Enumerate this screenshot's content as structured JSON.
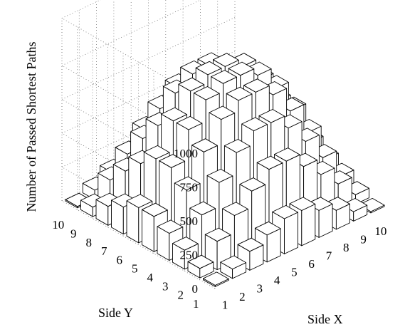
{
  "chart_data": {
    "type": "bar3d",
    "title": "",
    "zlabel": "Number of Passed Shortest Paths",
    "xlabel": "Side X",
    "ylabel": "Side Y",
    "x_ticks": [
      "1",
      "2",
      "3",
      "4",
      "5",
      "6",
      "7",
      "8",
      "9",
      "10"
    ],
    "y_ticks": [
      "1",
      "2",
      "3",
      "4",
      "5",
      "6",
      "7",
      "8",
      "9",
      "10"
    ],
    "z_ticks": [
      "0",
      "250",
      "500",
      "750",
      "1000"
    ],
    "zlim": [
      0,
      1000
    ],
    "grid": true,
    "description_note": "Rows indexed by Side Y (1..10), columns by Side X (1..10)",
    "values": [
      [
        10,
        70,
        140,
        200,
        260,
        260,
        200,
        140,
        70,
        10
      ],
      [
        70,
        210,
        340,
        460,
        560,
        560,
        460,
        340,
        210,
        70
      ],
      [
        140,
        340,
        520,
        680,
        780,
        780,
        680,
        520,
        340,
        140
      ],
      [
        200,
        460,
        680,
        860,
        940,
        940,
        860,
        680,
        460,
        200
      ],
      [
        260,
        560,
        780,
        940,
        1000,
        1000,
        940,
        780,
        560,
        260
      ],
      [
        260,
        560,
        780,
        940,
        1000,
        1000,
        940,
        780,
        560,
        260
      ],
      [
        200,
        460,
        680,
        860,
        940,
        940,
        860,
        680,
        460,
        200
      ],
      [
        140,
        340,
        520,
        680,
        780,
        780,
        680,
        520,
        340,
        140
      ],
      [
        70,
        210,
        340,
        460,
        560,
        560,
        460,
        340,
        210,
        70
      ],
      [
        10,
        70,
        140,
        200,
        260,
        260,
        200,
        140,
        70,
        10
      ]
    ]
  }
}
